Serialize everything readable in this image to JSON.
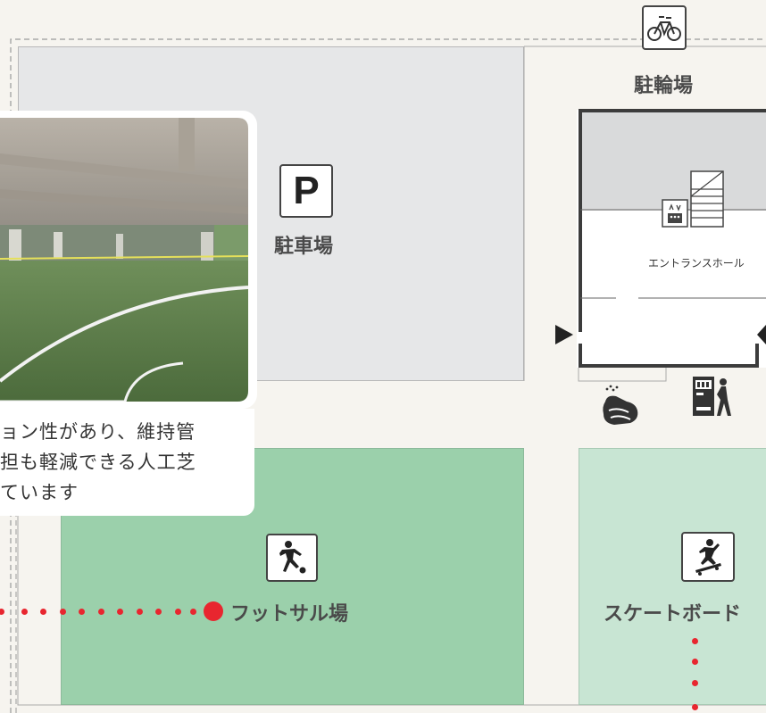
{
  "map": {
    "parking_label": "駐車場",
    "parking_sign": "P",
    "bicycle_parking_label": "駐輪場",
    "entrance_hall_label": "エントランスホール",
    "futsal_label": "フットサル場",
    "skateboard_label": "スケートボード",
    "photo_caption_lines": [
      "ョン性があり、維持管",
      "担も軽減できる人工芝",
      "ています"
    ]
  },
  "colors": {
    "background": "#f6f4ef",
    "parking_zone": "#e6e7e8",
    "futsal_zone": "#9bd0ab",
    "skateboard_zone": "#c8e5d3",
    "route_dots": "#e8262f",
    "walls": "#3c3c3c"
  },
  "icons": [
    "bicycle-icon",
    "parking-icon",
    "elevator-icon",
    "stairs-icon",
    "handwash-icon",
    "vending-machine-icon",
    "soccer-player-icon",
    "skateboarder-icon",
    "entrance-arrow-icon"
  ]
}
